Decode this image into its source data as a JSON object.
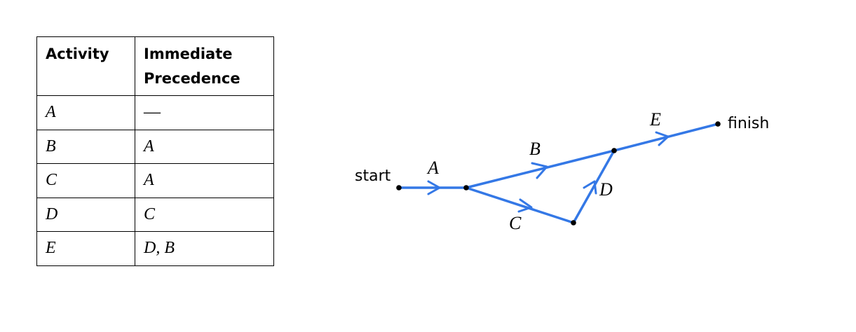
{
  "table": {
    "headers": {
      "activity": "Activity",
      "precedence_line1": "Immediate",
      "precedence_line2": "Precedence"
    },
    "rows": [
      {
        "activity": "A",
        "precedence": "—"
      },
      {
        "activity": "B",
        "precedence": "A"
      },
      {
        "activity": "C",
        "precedence": "A"
      },
      {
        "activity": "D",
        "precedence": "C"
      },
      {
        "activity": "E",
        "precedence": "D, B"
      }
    ]
  },
  "network": {
    "start_label": "start",
    "finish_label": "finish",
    "edge_color": "#3478e6",
    "edges": [
      {
        "label": "A",
        "from": "start",
        "to": "n1"
      },
      {
        "label": "B",
        "from": "n1",
        "to": "n3"
      },
      {
        "label": "C",
        "from": "n1",
        "to": "n2"
      },
      {
        "label": "D",
        "from": "n2",
        "to": "n3"
      },
      {
        "label": "E",
        "from": "n3",
        "to": "finish"
      }
    ]
  }
}
